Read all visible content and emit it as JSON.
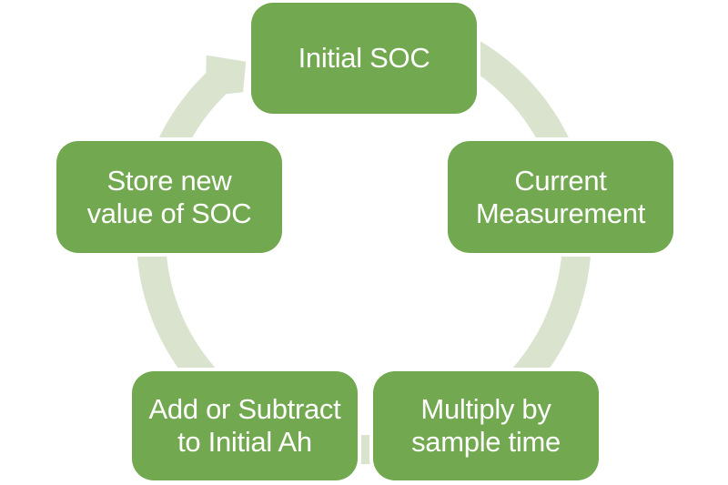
{
  "diagram": {
    "type": "cycle",
    "flow_direction": "clockwise",
    "nodes": [
      {
        "id": "initial-soc",
        "label": "Initial SOC"
      },
      {
        "id": "current-measurement",
        "label": "Current\nMeasurement"
      },
      {
        "id": "multiply-by-sample-time",
        "label": "Multiply by\nsample time"
      },
      {
        "id": "add-or-subtract",
        "label": "Add or Subtract\nto Initial Ah"
      },
      {
        "id": "store-new-value",
        "label": "Store new\nvalue of SOC"
      }
    ],
    "arrow": {
      "name": "cycle-arrow",
      "points_to": "Initial SOC"
    },
    "colors": {
      "node_fill": "#72a84f",
      "node_text": "#ffffff",
      "arrow_fill": "#d9e3cd",
      "background": "#ffffff"
    }
  }
}
